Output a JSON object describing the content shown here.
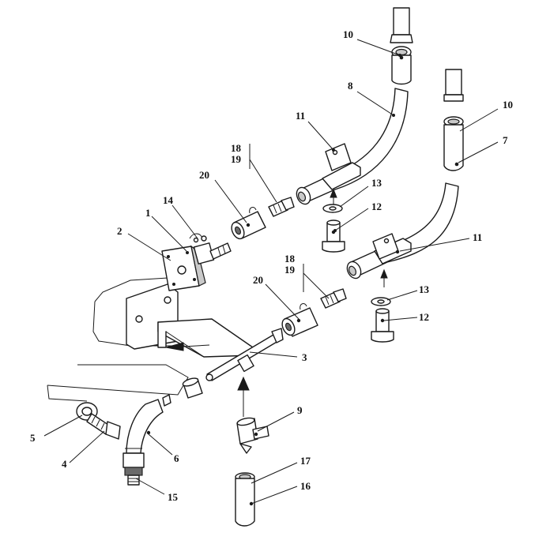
{
  "callouts": {
    "c1": "1",
    "c2": "2",
    "c3": "3",
    "c4": "4",
    "c5": "5",
    "c6": "6",
    "c7": "7",
    "c8": "8",
    "c9": "9",
    "c10a": "10",
    "c10b": "10",
    "c11a": "11",
    "c11b": "11",
    "c12a": "12",
    "c12b": "12",
    "c13a": "13",
    "c13b": "13",
    "c14": "14",
    "c15": "15",
    "c16": "16",
    "c17": "17",
    "c18a": "18",
    "c19a": "19",
    "c18b": "18",
    "c19b": "19",
    "c20a": "20",
    "c20b": "20"
  }
}
